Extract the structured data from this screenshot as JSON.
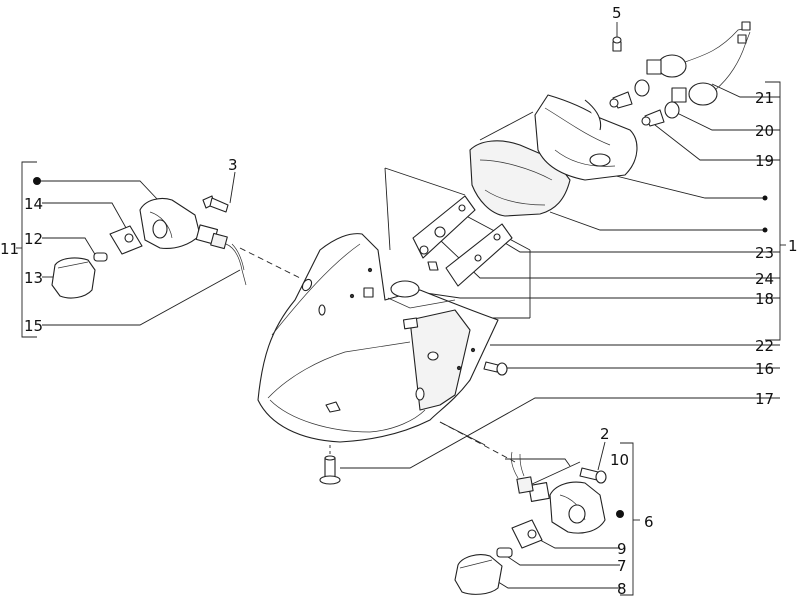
{
  "callouts": [
    {
      "id": "5",
      "text": "5"
    },
    {
      "id": "21",
      "text": "21"
    },
    {
      "id": "20",
      "text": "20"
    },
    {
      "id": "19",
      "text": "19"
    },
    {
      "id": "1",
      "text": "1"
    },
    {
      "id": "3",
      "text": "3"
    },
    {
      "id": "14",
      "text": "14"
    },
    {
      "id": "11",
      "text": "11"
    },
    {
      "id": "12",
      "text": "12"
    },
    {
      "id": "13",
      "text": "13"
    },
    {
      "id": "15",
      "text": "15"
    },
    {
      "id": "23",
      "text": "23"
    },
    {
      "id": "24",
      "text": "24"
    },
    {
      "id": "18",
      "text": "18"
    },
    {
      "id": "22",
      "text": "22"
    },
    {
      "id": "16",
      "text": "16"
    },
    {
      "id": "17",
      "text": "17"
    },
    {
      "id": "2",
      "text": "2"
    },
    {
      "id": "10",
      "text": "10"
    },
    {
      "id": "6",
      "text": "6"
    },
    {
      "id": "9",
      "text": "9"
    },
    {
      "id": "7",
      "text": "7"
    },
    {
      "id": "8",
      "text": "8"
    }
  ]
}
